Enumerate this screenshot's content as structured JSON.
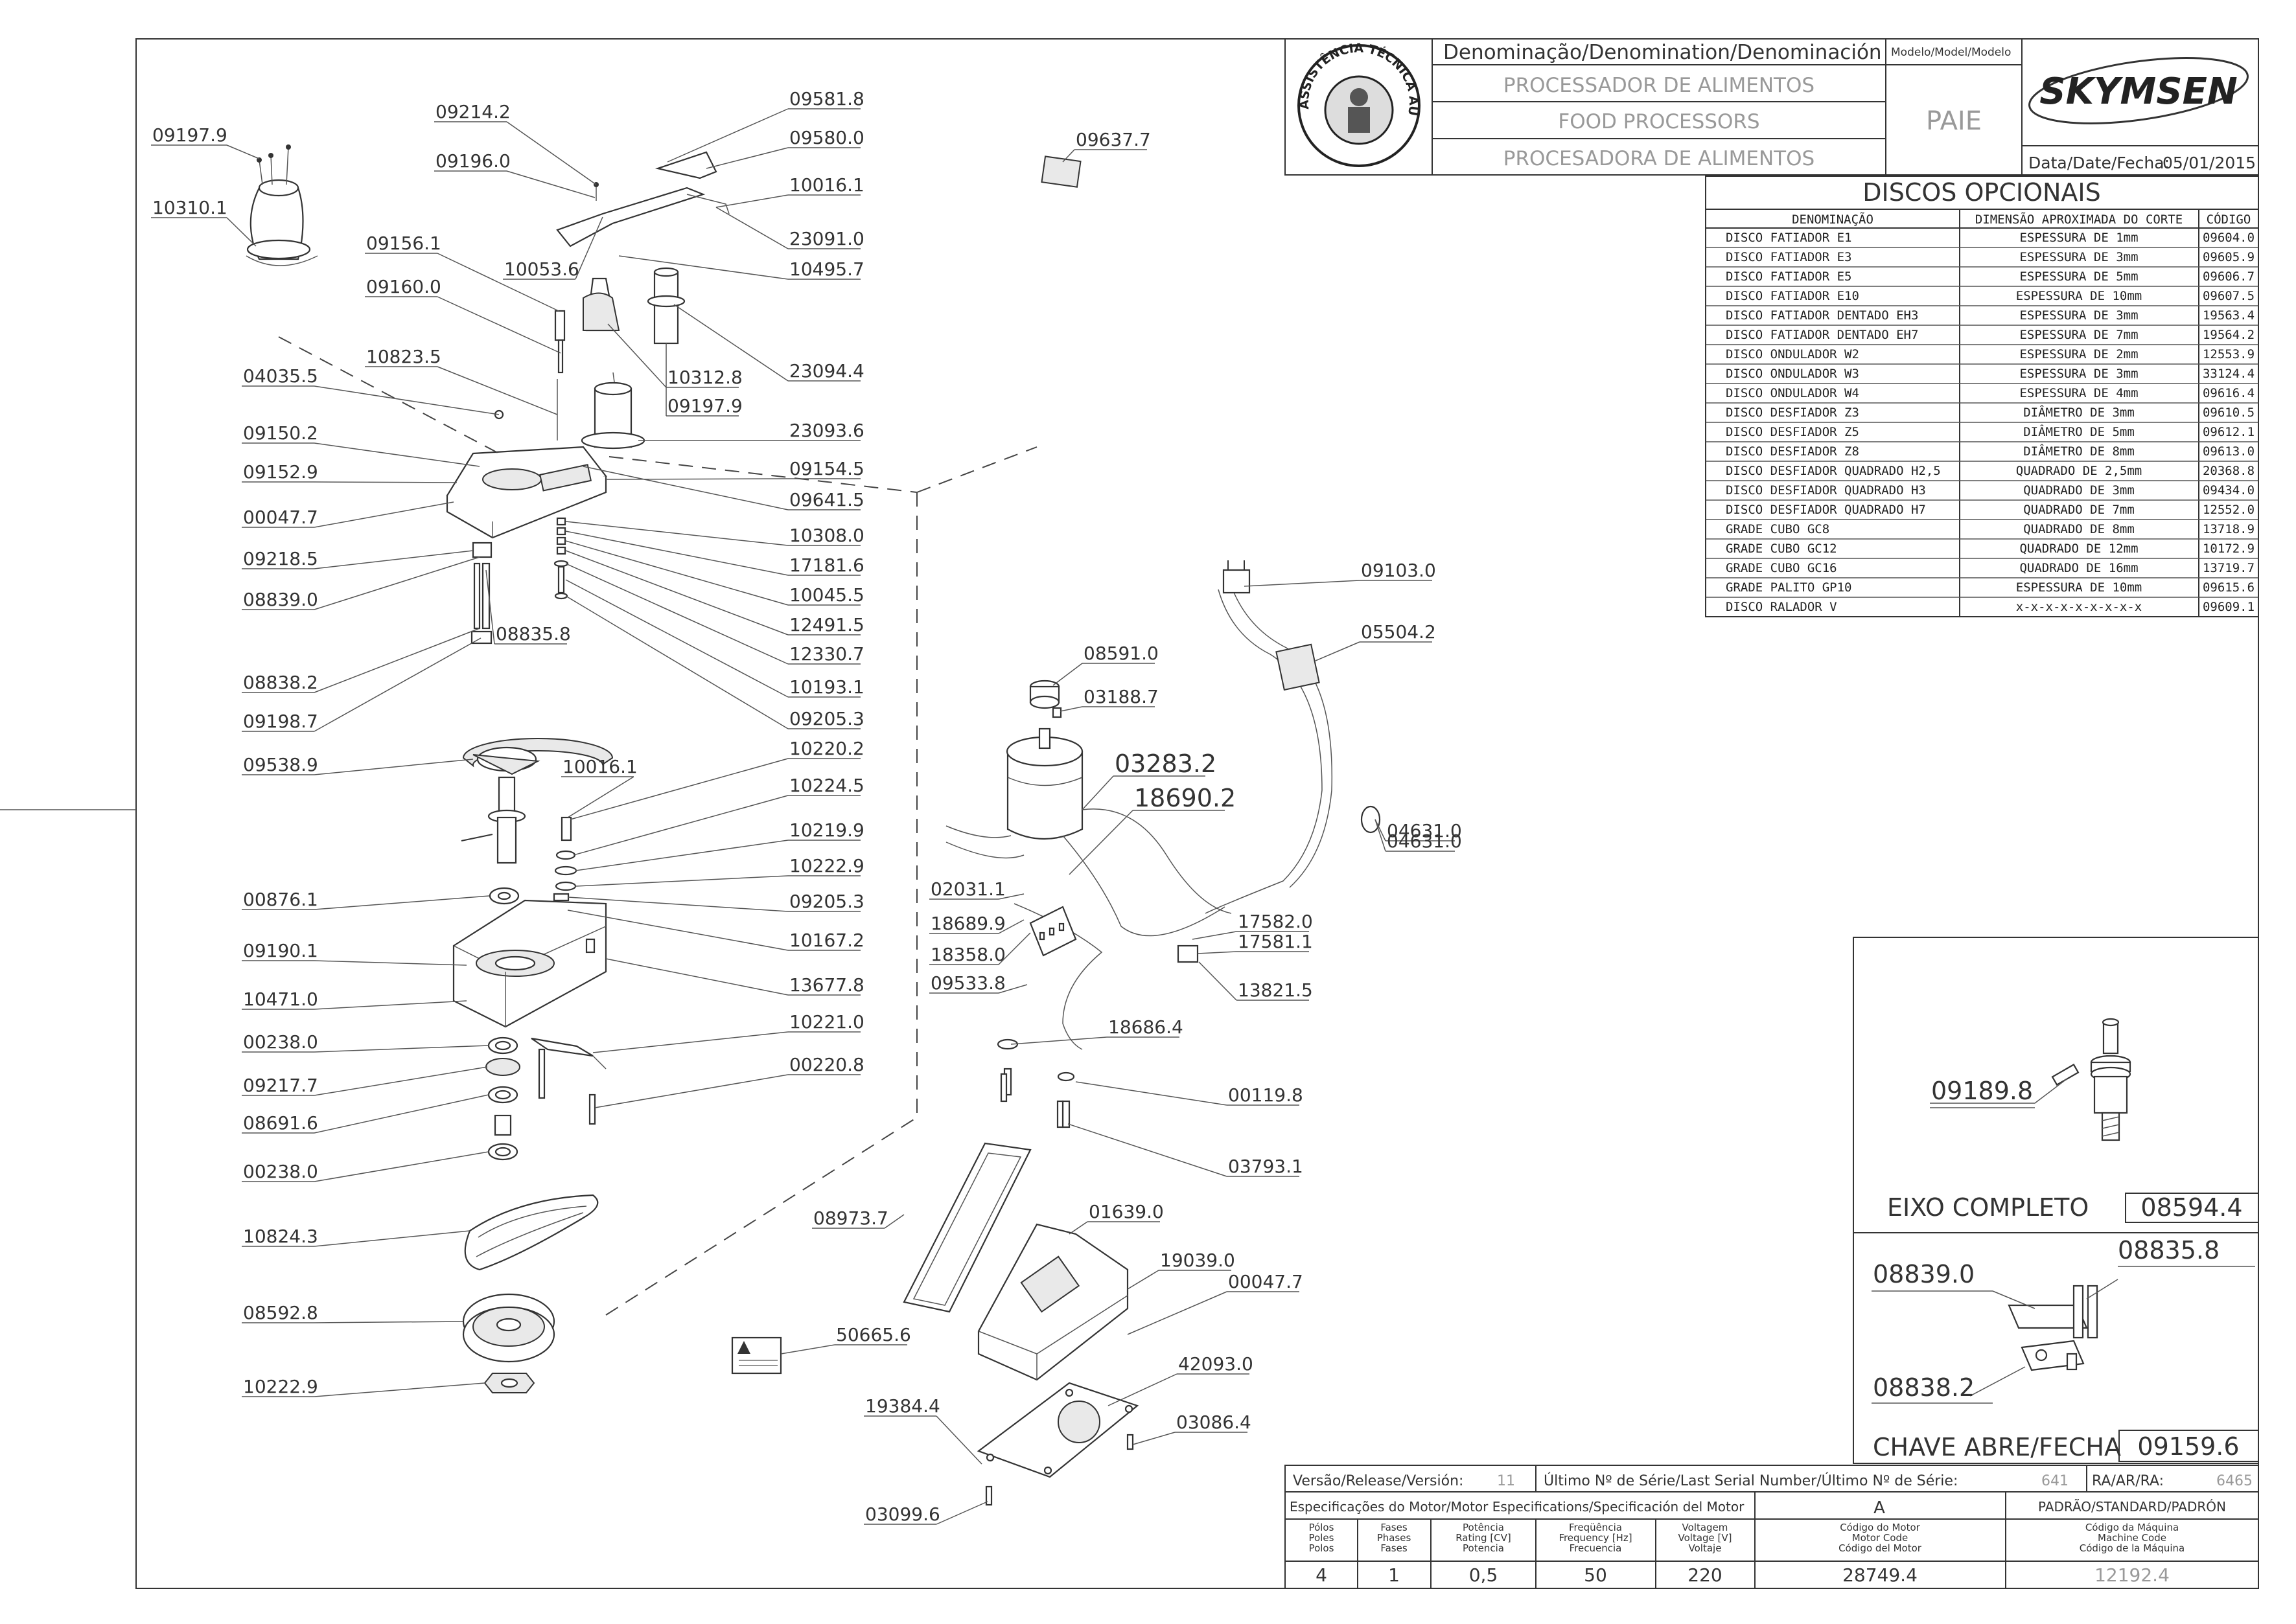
{
  "title_block": {
    "denomination_label": "Denominação/Denomination/Denominación",
    "names": [
      "PROCESSADOR DE ALIMENTOS",
      "FOOD PROCESSORS",
      "PROCESADORA DE ALIMENTOS"
    ],
    "model_label": "Modelo/Model/Modelo",
    "model": "PAIE",
    "brand": "SKYMSEN",
    "date_label": "Data/Date/Fecha:",
    "date": "05/01/2015",
    "seal_text": "ASSISTÊNCIA TÉCNICA AUTORIZADA"
  },
  "discs_table": {
    "title": "DISCOS OPCIONAIS",
    "headers": [
      "DENOMINAÇÃO",
      "DIMENSÃO APROXIMADA DO CORTE",
      "CÓDIGO"
    ],
    "rows": [
      [
        "DISCO FATIADOR E1",
        "ESPESSURA DE 1mm",
        "09604.0"
      ],
      [
        "DISCO FATIADOR E3",
        "ESPESSURA DE 3mm",
        "09605.9"
      ],
      [
        "DISCO FATIADOR E5",
        "ESPESSURA DE 5mm",
        "09606.7"
      ],
      [
        "DISCO FATIADOR E10",
        "ESPESSURA DE 10mm",
        "09607.5"
      ],
      [
        "DISCO FATIADOR DENTADO EH3",
        "ESPESSURA DE 3mm",
        "19563.4"
      ],
      [
        "DISCO FATIADOR DENTADO EH7",
        "ESPESSURA DE 7mm",
        "19564.2"
      ],
      [
        "DISCO ONDULADOR W2",
        "ESPESSURA DE 2mm",
        "12553.9"
      ],
      [
        "DISCO ONDULADOR W3",
        "ESPESSURA DE 3mm",
        "33124.4"
      ],
      [
        "DISCO ONDULADOR W4",
        "ESPESSURA DE 4mm",
        "09616.4"
      ],
      [
        "DISCO DESFIADOR Z3",
        "DIÂMETRO DE 3mm",
        "09610.5"
      ],
      [
        "DISCO DESFIADOR Z5",
        "DIÂMETRO DE 5mm",
        "09612.1"
      ],
      [
        "DISCO DESFIADOR Z8",
        "DIÂMETRO DE 8mm",
        "09613.0"
      ],
      [
        "DISCO DESFIADOR QUADRADO H2,5",
        "QUADRADO DE 2,5mm",
        "20368.8"
      ],
      [
        "DISCO DESFIADOR QUADRADO H3",
        "QUADRADO DE 3mm",
        "09434.0"
      ],
      [
        "DISCO DESFIADOR QUADRADO H7",
        "QUADRADO DE 7mm",
        "12552.0"
      ],
      [
        "GRADE CUBO GC8",
        "QUADRADO DE 8mm",
        "13718.9"
      ],
      [
        "GRADE CUBO GC12",
        "QUADRADO DE 12mm",
        "10172.9"
      ],
      [
        "GRADE CUBO GC16",
        "QUADRADO DE 16mm",
        "13719.7"
      ],
      [
        "GRADE PALITO GP10",
        "ESPESSURA DE 10mm",
        "09615.6"
      ],
      [
        "DISCO RALADOR V",
        "x-x-x-x-x-x-x-x-x",
        "09609.1"
      ]
    ]
  },
  "detail_panel": {
    "shaft_part": "09189.8",
    "shaft_label": "EIXO COMPLETO",
    "shaft_code": "08594.4",
    "switch_parts": [
      "08839.0",
      "08835.8",
      "08838.2"
    ],
    "switch_label": "CHAVE ABRE/FECHA",
    "switch_code": "09159.6"
  },
  "bottom_block": {
    "version_label": "Versão/Release/Versión:",
    "version": "11",
    "serial_label": "Último Nº de Série/Last Serial Number/Último Nº de Série:",
    "serial": "641",
    "ra_label": "RA/AR/RA:",
    "ra": "6465",
    "motor_spec_label": "Especificações do Motor/Motor Especifications/Specificación del Motor",
    "motor_variant": "A",
    "standard_label": "PADRÃO/STANDARD/PADRÓN",
    "columns": [
      {
        "label": "Pólos\nPoles\nPolos",
        "value": "4"
      },
      {
        "label": "Fases\nPhases\nFases",
        "value": "1"
      },
      {
        "label": "Potência\nRating [CV]\nPotencia",
        "value": "0,5"
      },
      {
        "label": "Freqüência\nFrequency [Hz]\nFrecuencia",
        "value": "50"
      },
      {
        "label": "Voltagem\nVoltage [V]\nVoltaje",
        "value": "220"
      },
      {
        "label": "Código do Motor\nMotor Code\nCódigo del Motor",
        "value": "28749.4"
      },
      {
        "label": "Código da Máquina\nMachine Code\nCódigo de la Máquina",
        "value": "12192.4"
      }
    ]
  },
  "callouts_left": [
    "09197.9",
    "10310.1",
    "09214.2",
    "09196.0",
    "09156.1",
    "09160.0",
    "10823.5",
    "04035.5",
    "09150.2",
    "09152.9",
    "00047.7",
    "09218.5",
    "08839.0",
    "08835.8",
    "08838.2",
    "09198.7",
    "09538.9",
    "10016.1",
    "00876.1",
    "09190.1",
    "10471.0",
    "00238.0",
    "09217.7",
    "08691.6",
    "00238.0",
    "10824.3",
    "08592.8",
    "10222.9"
  ],
  "callouts_right_col": [
    "09581.8",
    "09580.0",
    "10016.1",
    "23091.0",
    "10053.6",
    "10495.7",
    "10312.8",
    "09197.9",
    "23094.4",
    "23093.6",
    "09154.5",
    "09641.5",
    "10308.0",
    "17181.6",
    "10045.5",
    "12491.5",
    "12330.7",
    "10193.1",
    "09205.3",
    "10220.2",
    "10224.5",
    "10219.9",
    "10222.9",
    "09205.3",
    "10167.2",
    "13677.8",
    "10221.0",
    "00220.8"
  ],
  "callouts_motor": [
    "09637.7",
    "09103.0",
    "05504.2",
    "08591.0",
    "03188.7",
    "03283.2",
    "18690.2",
    "04631.0",
    "04631.0",
    "02031.1",
    "18689.9",
    "18358.0",
    "09533.8",
    "17582.0",
    "17581.1",
    "13821.5",
    "18686.4",
    "00119.8",
    "03793.1",
    "08973.7",
    "01639.0",
    "19039.0",
    "00047.7",
    "50665.6",
    "42093.0",
    "19384.4",
    "03086.4",
    "03099.6"
  ]
}
